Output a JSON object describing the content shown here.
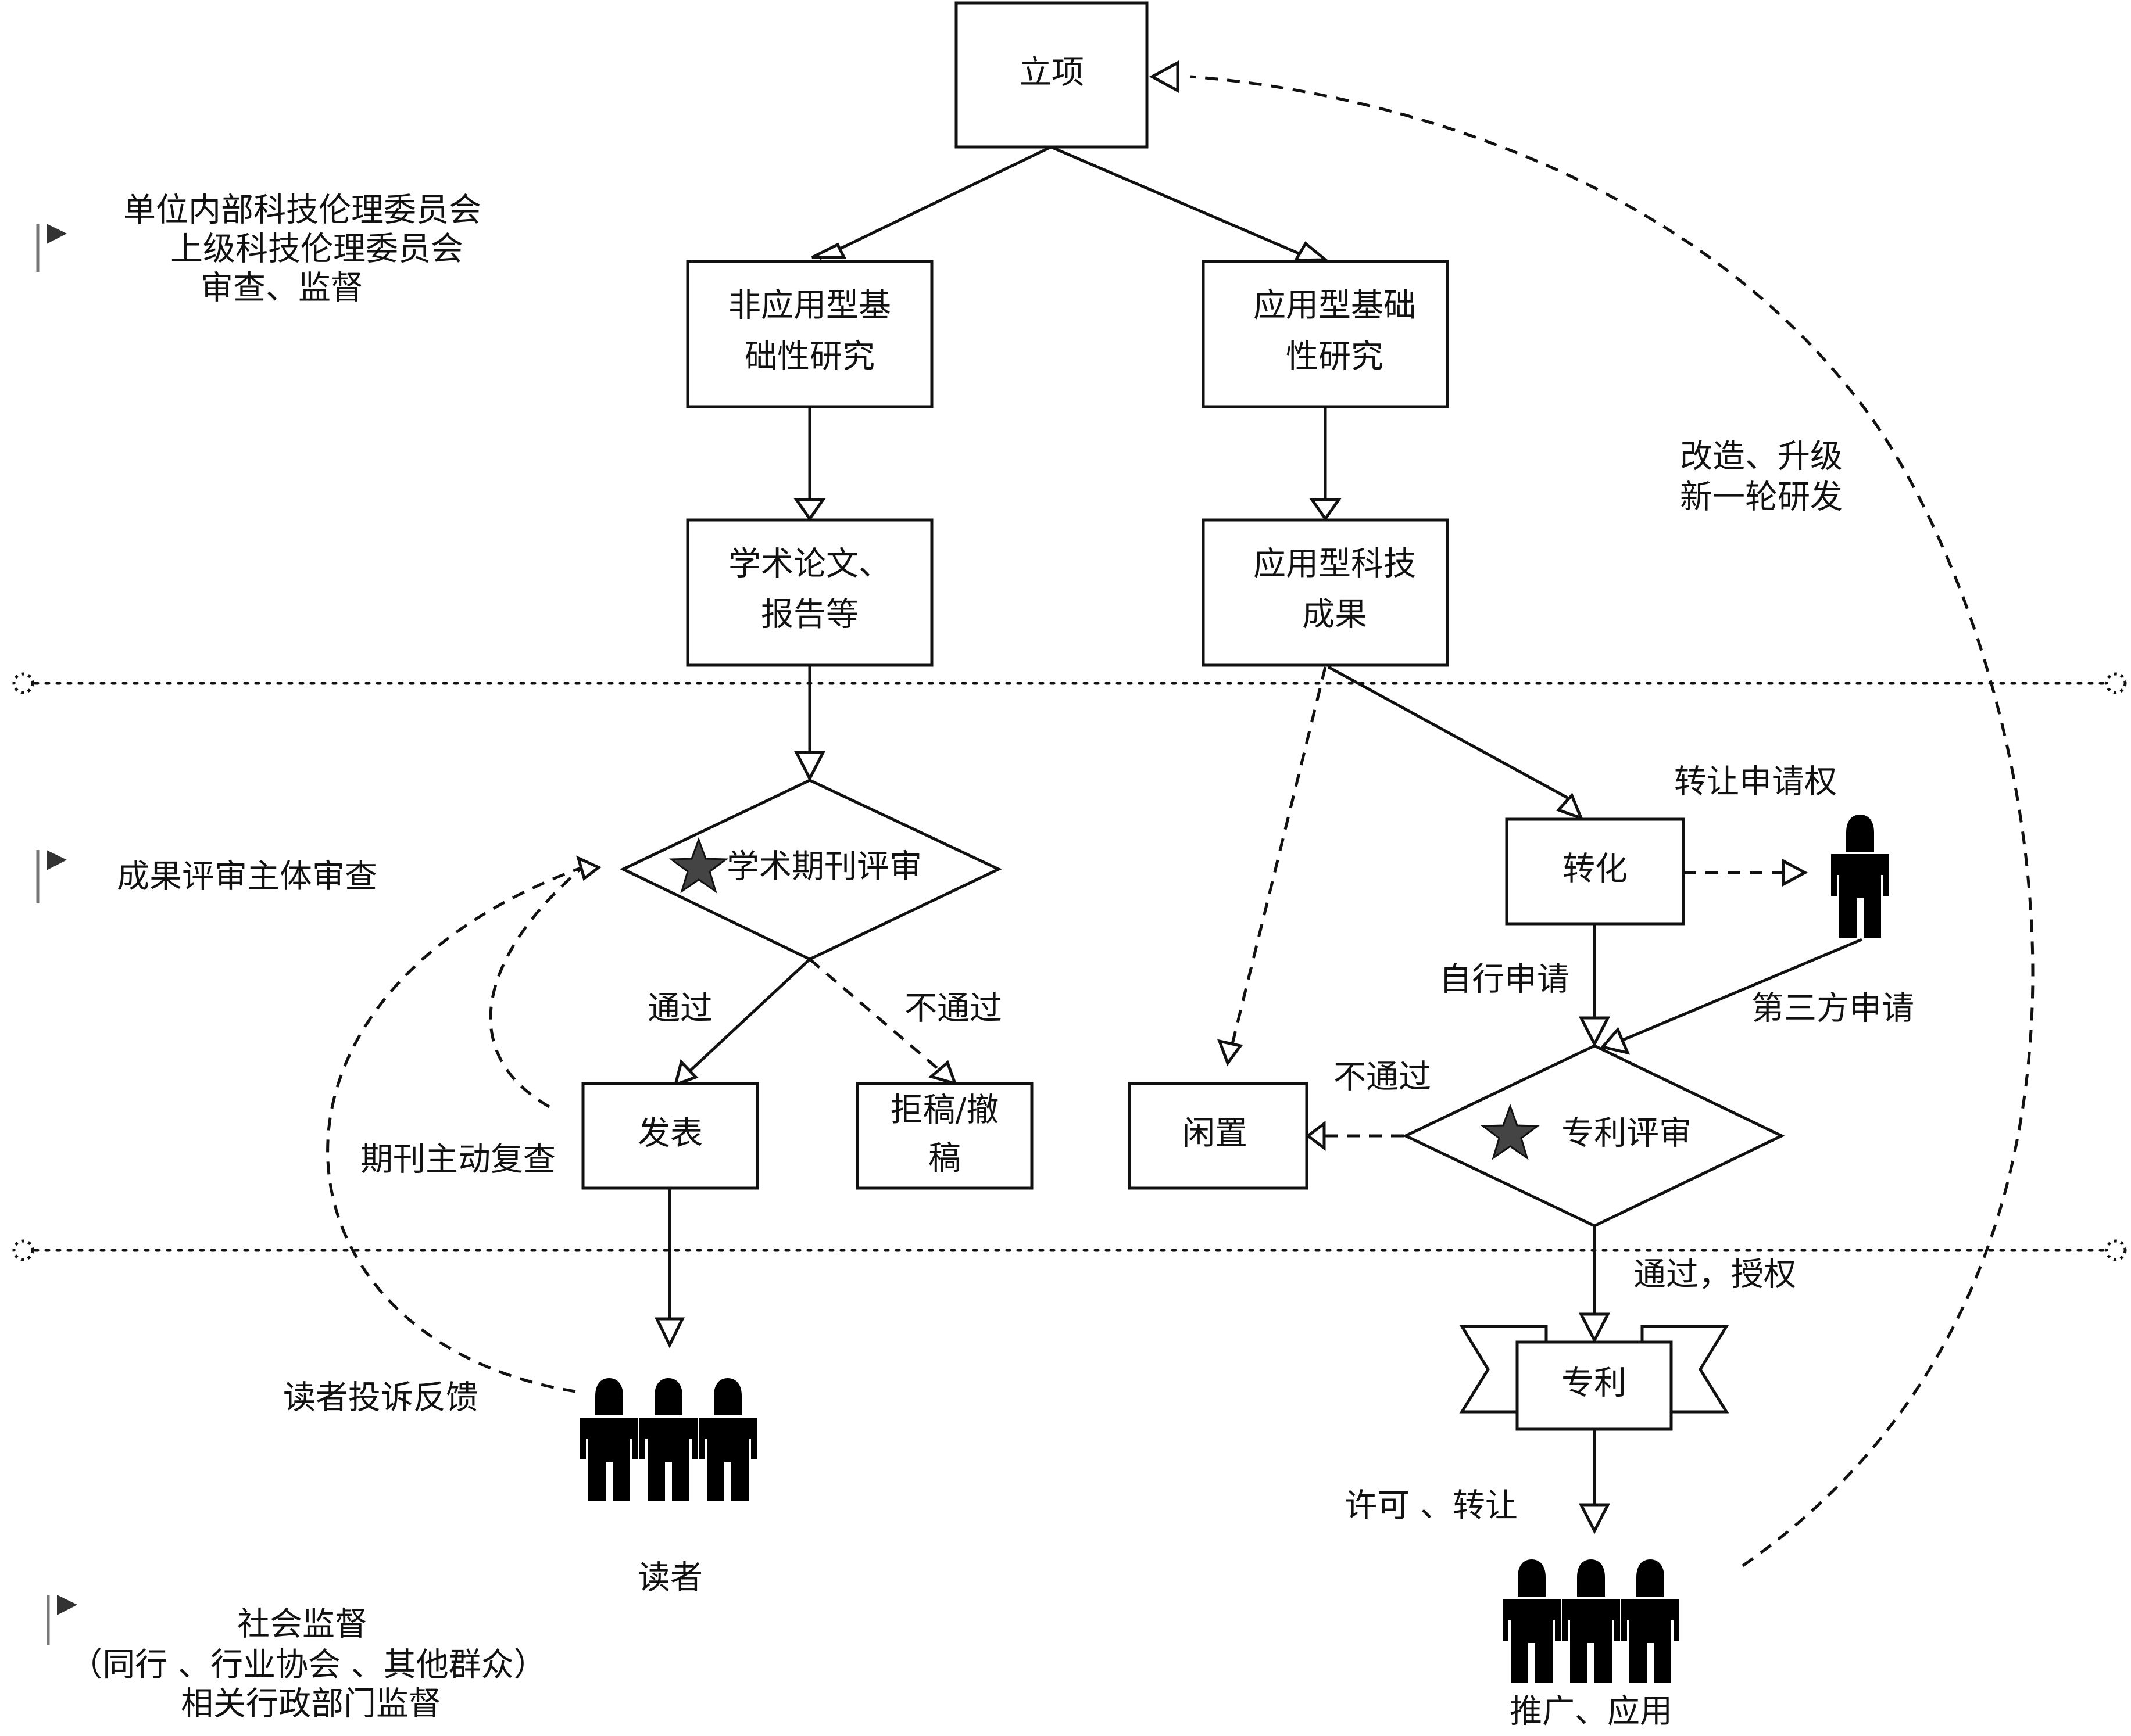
{
  "nodes": {
    "project": "立项",
    "non_applied_l1": "非应用型基",
    "non_applied_l2": "础性研究",
    "applied_l1": "应用型基础",
    "applied_l2": "性研究",
    "papers_l1": "学术论文、",
    "papers_l2": "报告等",
    "applied_results_l1": "应用型科技",
    "applied_results_l2": "成果",
    "journal_review": "学术期刊评审",
    "transform": "转化",
    "publish": "发表",
    "reject_l1": "拒稿/撤",
    "reject_l2": "稿",
    "idle": "闲置",
    "patent_review": "专利评审",
    "patent": "专利"
  },
  "edge_labels": {
    "pass": "通过",
    "fail": "不通过",
    "fail_patent": "不通过",
    "self_apply": "自行申请",
    "third_party": "第三方申请",
    "transfer_right": "转让申请权",
    "granted": "通过，授权",
    "license": "许可 、转让",
    "journal_recheck": "期刊主动复查",
    "reader_feedback": "读者投诉反馈",
    "upgrade_l1": "改造、升级",
    "upgrade_l2": "新一轮研发"
  },
  "actors": {
    "readers": "读者",
    "application": "推广、应用"
  },
  "stages": {
    "ethics_l1": "单位内部科技伦理委员会",
    "ethics_l2": "上级科技伦理委员会",
    "ethics_l3": "审查、监督",
    "review": "成果评审主体审查",
    "social_l1": "社会监督",
    "social_l2": "（同行 、行业协会 、其他群众）",
    "social_l3": "相关行政部门监督"
  },
  "icons": {
    "stage_marker": "flag-icon",
    "key_review": "star-icon",
    "actor": "person-icon"
  }
}
